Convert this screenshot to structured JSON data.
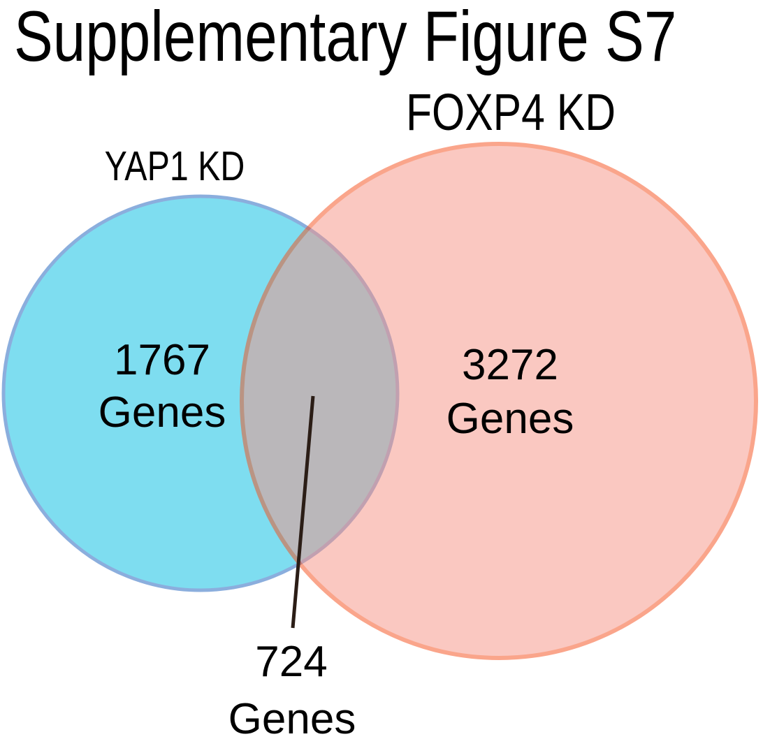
{
  "figure": {
    "title": "Supplementary Figure S7"
  },
  "venn": {
    "left_set": {
      "name": "YAP1 KD",
      "count": "1767",
      "unit": "Genes"
    },
    "right_set": {
      "name": "FOXP4 KD",
      "count": "3272",
      "unit": "Genes"
    },
    "intersection": {
      "count": "724",
      "unit": "Genes"
    }
  },
  "colors": {
    "blue_fill": "#00BCE3",
    "blue_stroke": "#1960BD",
    "pink_fill": "#F79385",
    "pink_stroke": "#F74D19",
    "leader_line": "#2B1D16",
    "text": "#000000",
    "background": "#FFFFFF"
  },
  "chart_data": {
    "type": "venn",
    "title": "Supplementary Figure S7",
    "sets": [
      {
        "label": "YAP1 KD",
        "unique_count": 1767,
        "color": "#7FDDF1"
      },
      {
        "label": "FOXP4 KD",
        "unique_count": 3272,
        "color": "#FBC9C2"
      }
    ],
    "intersection_count": 724,
    "unit": "Genes",
    "legend_position": "labels-above-circles"
  }
}
